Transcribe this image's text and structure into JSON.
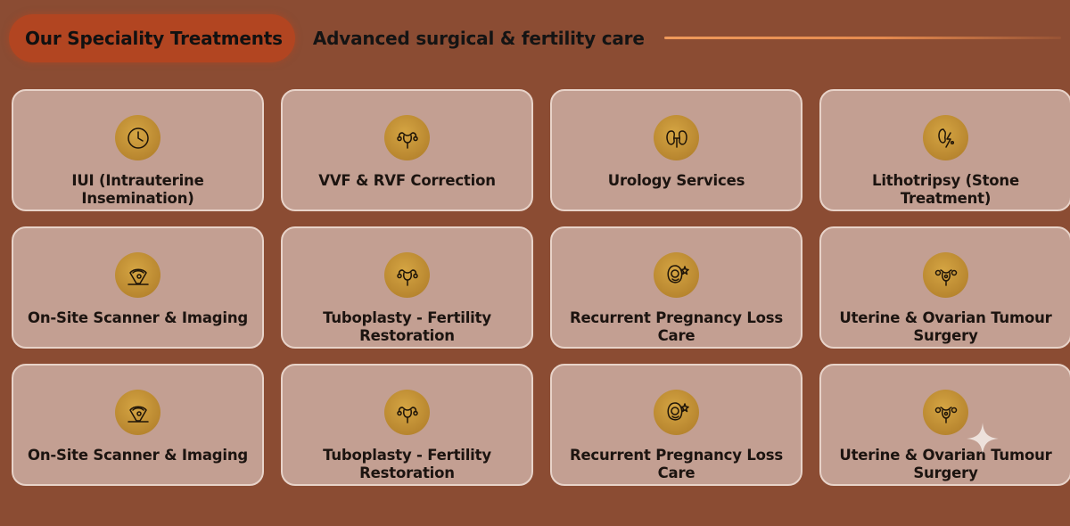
{
  "header": {
    "title": "Our Speciality Treatments",
    "subtitle": "Advanced surgical & fertility care"
  },
  "cards": [
    {
      "label": "IUI (Intrauterine Insemination)",
      "icon": "clock-icon"
    },
    {
      "label": "VVF & RVF Correction",
      "icon": "uterus-icon"
    },
    {
      "label": "Urology Services",
      "icon": "kidney-icon"
    },
    {
      "label": "Lithotripsy (Stone Treatment)",
      "icon": "kidney-stone-icon"
    },
    {
      "label": "On-Site Scanner & Imaging",
      "icon": "ultrasound-icon"
    },
    {
      "label": "Tuboplasty - Fertility Restoration",
      "icon": "uterus-icon"
    },
    {
      "label": "Recurrent Pregnancy Loss Care",
      "icon": "baby-star-icon"
    },
    {
      "label": "Uterine & Ovarian Tumour Surgery",
      "icon": "uterus-ovary-icon"
    },
    {
      "label": "On-Site Scanner & Imaging",
      "icon": "ultrasound-icon"
    },
    {
      "label": "Tuboplasty - Fertility Restoration",
      "icon": "uterus-icon"
    },
    {
      "label": "Recurrent Pregnancy Loss Care",
      "icon": "baby-star-icon"
    },
    {
      "label": "Uterine & Ovarian Tumour Surgery",
      "icon": "uterus-ovary-icon"
    }
  ],
  "colors": {
    "background": "#8b4c33",
    "pill": "#b24521",
    "card": "#c39f92",
    "icon_gold": "#c39438"
  }
}
